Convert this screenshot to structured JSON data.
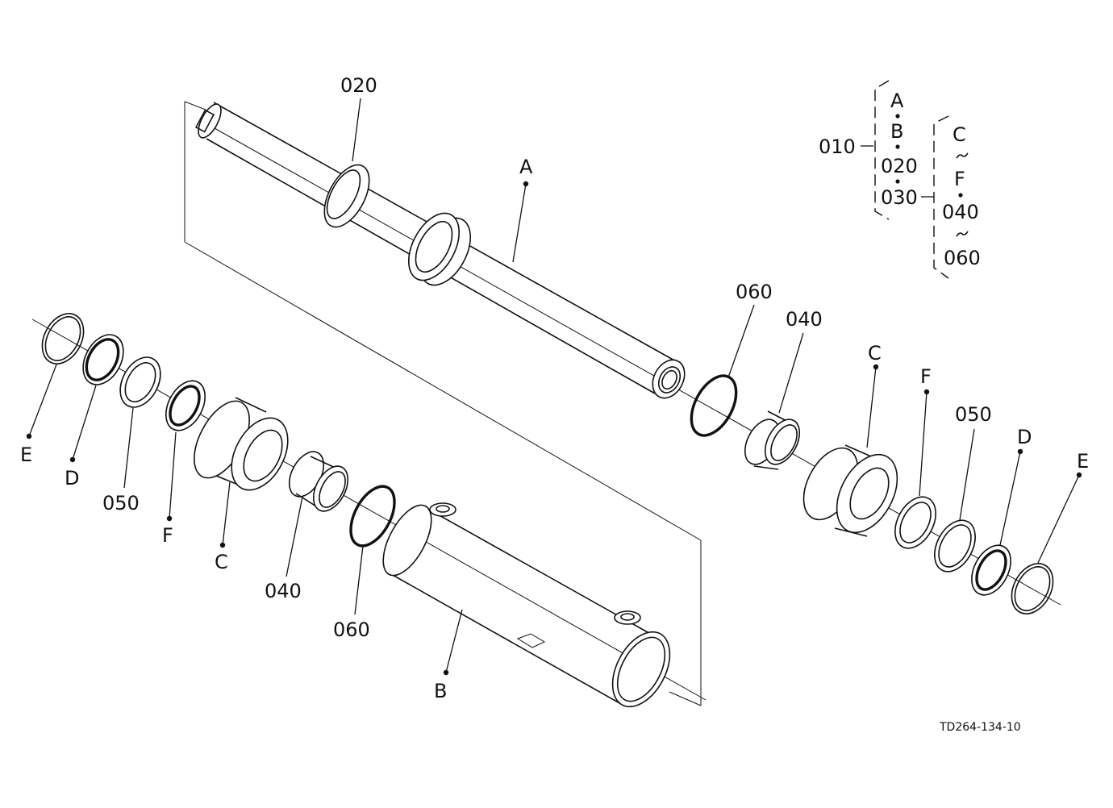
{
  "diagram": {
    "drawing_code": "TD264-134-10",
    "labels": {
      "p020_top": "020",
      "pA_rod": "A",
      "p060_right": "060",
      "p040_right": "040",
      "pC_right": "C",
      "pF_right": "F",
      "p050_right": "050",
      "pD_right": "D",
      "pE_right": "E",
      "pE_left": "E",
      "pD_left": "D",
      "p050_left": "050",
      "pF_left": "F",
      "pC_left": "C",
      "p040_left": "040",
      "p060_left": "060",
      "pB_tube": "B"
    },
    "legend": {
      "assembly": "010",
      "col1": [
        "A",
        "B",
        "020",
        "030"
      ],
      "col2": [
        "C",
        "F",
        "040",
        "060"
      ]
    }
  }
}
